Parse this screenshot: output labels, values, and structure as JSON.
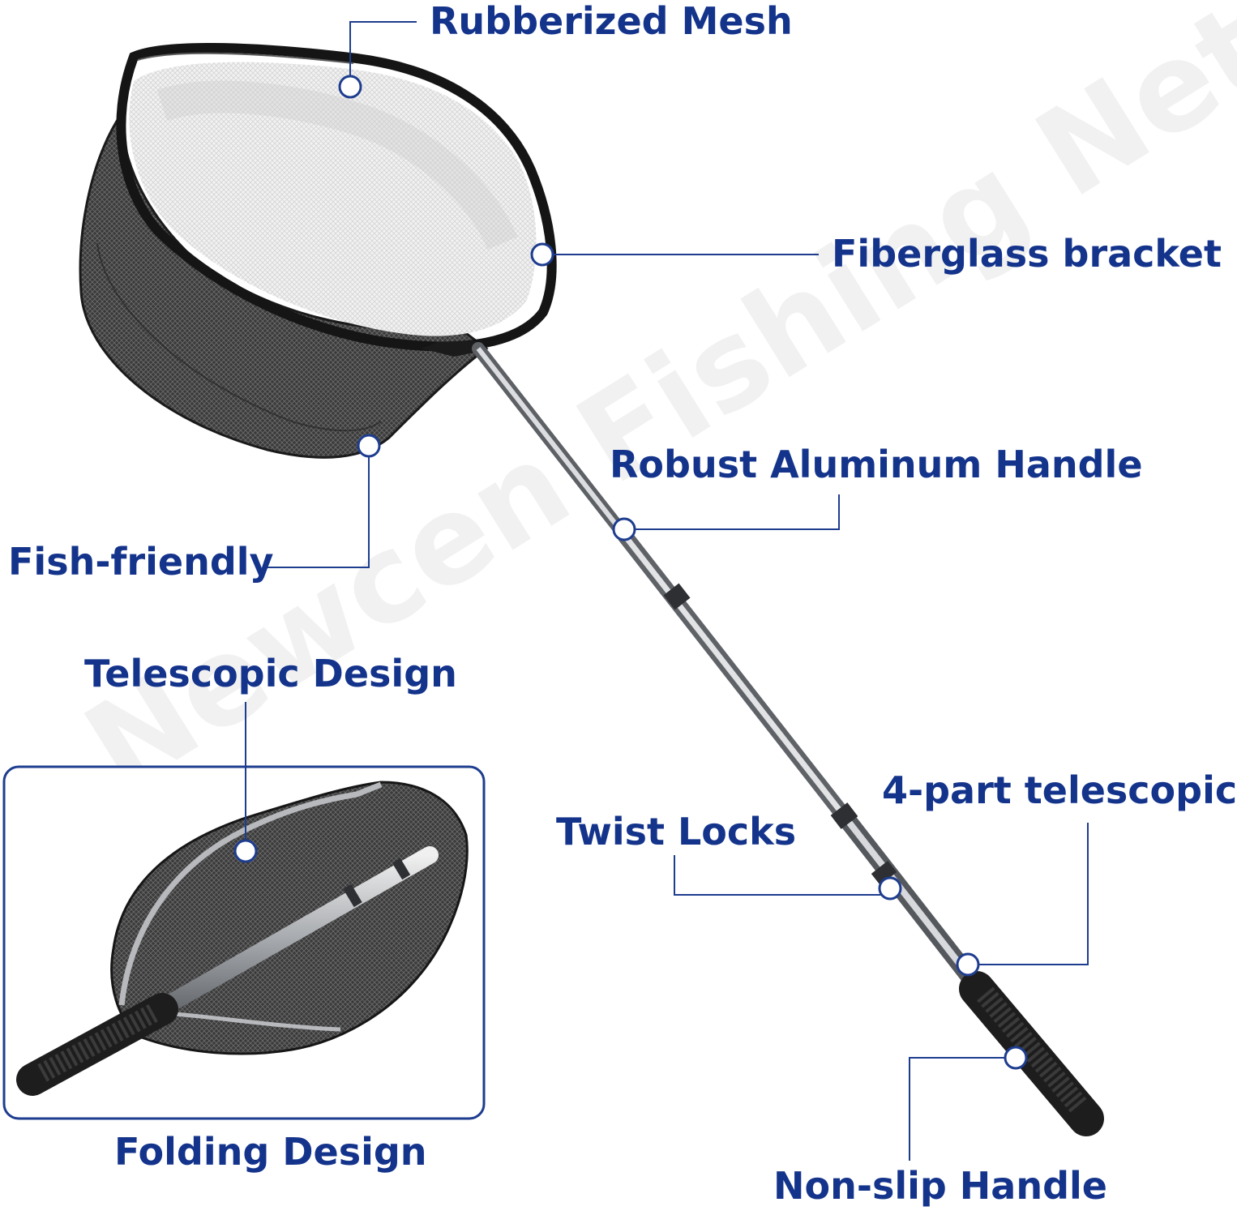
{
  "labels": {
    "rubberized_mesh": "Rubberized Mesh",
    "fiberglass_bracket": "Fiberglass bracket",
    "robust_aluminum_handle": "Robust Aluminum Handle",
    "fish_friendly": "Fish-friendly",
    "telescopic_design": "Telescopic Design",
    "twist_locks": "Twist Locks",
    "four_part_telescopic": "4-part telescopic",
    "folding_design": "Folding Design",
    "non_slip_handle": "Non-slip Handle"
  },
  "watermark": "Newcen Fishing Net",
  "colors": {
    "label_text": "#14348c",
    "callout_line": "#1e3d8f",
    "net_mesh": "#2b2b2b",
    "handle_metal": "#b9bcc0",
    "grip": "#1f1f1f"
  }
}
